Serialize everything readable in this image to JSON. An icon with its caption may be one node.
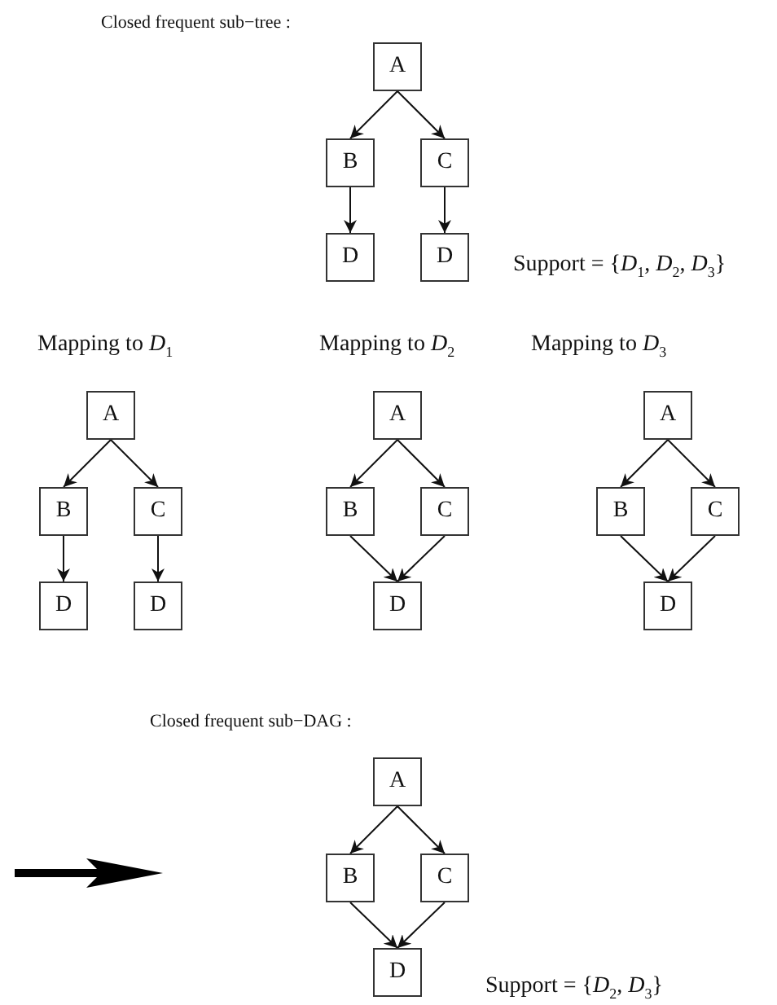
{
  "diagram": {
    "nodes": [
      {
        "text": [
          "A"
        ]
      },
      {
        "text": [
          "B"
        ]
      },
      {
        "text": [
          "C"
        ]
      },
      {
        "text": [
          "D"
        ]
      },
      {
        "text": [
          "D"
        ]
      },
      {
        "text": [
          "A"
        ]
      },
      {
        "text": [
          "B"
        ]
      },
      {
        "text": [
          "C"
        ]
      },
      {
        "text": [
          "D"
        ]
      },
      {
        "text": [
          "D"
        ]
      },
      {
        "text": [
          "A"
        ]
      },
      {
        "text": [
          "B"
        ]
      },
      {
        "text": [
          "C"
        ]
      },
      {
        "text": [
          "D"
        ]
      },
      {
        "text": [
          "A"
        ]
      },
      {
        "text": [
          "B"
        ]
      },
      {
        "text": [
          "C"
        ]
      },
      {
        "text": [
          "D"
        ]
      },
      {
        "text": [
          "A"
        ]
      },
      {
        "text": [
          "B"
        ]
      },
      {
        "text": [
          "C"
        ]
      },
      {
        "text": [
          "D"
        ]
      }
    ],
    "edges": [
      {
        "from": 0,
        "to": 1,
        "arrow": "to"
      },
      {
        "from": 0,
        "to": 2,
        "arrow": "to"
      },
      {
        "from": 1,
        "to": 3,
        "arrow": "to"
      },
      {
        "from": 2,
        "to": 4,
        "arrow": "to"
      },
      {
        "from": 5,
        "to": 6,
        "arrow": "to"
      },
      {
        "from": 5,
        "to": 7,
        "arrow": "to"
      },
      {
        "from": 6,
        "to": 8,
        "arrow": "to"
      },
      {
        "from": 7,
        "to": 9,
        "arrow": "to"
      },
      {
        "from": 10,
        "to": 11,
        "arrow": "to"
      },
      {
        "from": 10,
        "to": 12,
        "arrow": "to"
      },
      {
        "from": 11,
        "to": 13,
        "arrow": "to"
      },
      {
        "from": 12,
        "to": 13,
        "arrow": "to"
      },
      {
        "from": 14,
        "to": 15,
        "arrow": "to"
      },
      {
        "from": 14,
        "to": 16,
        "arrow": "to"
      },
      {
        "from": 15,
        "to": 17,
        "arrow": "to"
      },
      {
        "from": 16,
        "to": 17,
        "arrow": "to"
      },
      {
        "from": 18,
        "to": 19,
        "arrow": "to"
      },
      {
        "from": 18,
        "to": 20,
        "arrow": "to"
      },
      {
        "from": 19,
        "to": 21,
        "arrow": "to"
      },
      {
        "from": 20,
        "to": 21,
        "arrow": "to"
      }
    ],
    "labels": [
      "Closed frequent sub−tree :",
      "Support = {*D*$_{1}$, *D*$_{2}$, *D*$_{3}$}",
      "Mapping to *D*$_{1}$",
      "Mapping to *D*$_{2}$",
      "Mapping to *D*$_{3}$",
      "Closed frequent sub−DAG :",
      "Support = {*D*$_{2}$, *D*$_{3}$}"
    ]
  }
}
